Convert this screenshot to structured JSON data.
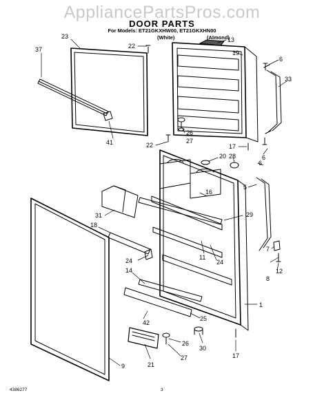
{
  "watermark": "AppliancePartsPros.com",
  "title": "DOOR PARTS",
  "subtitle": {
    "line1": "For Models: ET21GKXHW00, ET21GKXHN00",
    "white": "(White)",
    "almond": "(Almond)"
  },
  "callouts": [
    {
      "id": "c23",
      "text": "23"
    },
    {
      "id": "c37",
      "text": "37"
    },
    {
      "id": "c22a",
      "text": "22"
    },
    {
      "id": "c13",
      "text": "13"
    },
    {
      "id": "c19",
      "text": "19"
    },
    {
      "id": "c6a",
      "text": "6"
    },
    {
      "id": "c33",
      "text": "33"
    },
    {
      "id": "c41",
      "text": "41"
    },
    {
      "id": "c26a",
      "text": "26"
    },
    {
      "id": "c27a",
      "text": "27"
    },
    {
      "id": "c22b",
      "text": "22"
    },
    {
      "id": "c17a",
      "text": "17"
    },
    {
      "id": "c6b",
      "text": "6"
    },
    {
      "id": "c20",
      "text": "20"
    },
    {
      "id": "c28",
      "text": "28"
    },
    {
      "id": "c6c",
      "text": "6"
    },
    {
      "id": "c16",
      "text": "16"
    },
    {
      "id": "c5",
      "text": "5"
    },
    {
      "id": "c31",
      "text": "31"
    },
    {
      "id": "c29",
      "text": "29"
    },
    {
      "id": "c18",
      "text": "18"
    },
    {
      "id": "c11",
      "text": "11"
    },
    {
      "id": "c24a",
      "text": "24"
    },
    {
      "id": "c24b",
      "text": "24"
    },
    {
      "id": "c14",
      "text": "14"
    },
    {
      "id": "c7",
      "text": "7"
    },
    {
      "id": "c12",
      "text": "12"
    },
    {
      "id": "c8",
      "text": "8"
    },
    {
      "id": "c1",
      "text": "1"
    },
    {
      "id": "c25",
      "text": "25"
    },
    {
      "id": "c42",
      "text": "42"
    },
    {
      "id": "c26b",
      "text": "26"
    },
    {
      "id": "c30",
      "text": "30"
    },
    {
      "id": "c17b",
      "text": "17"
    },
    {
      "id": "c21",
      "text": "21"
    },
    {
      "id": "c27b",
      "text": "27"
    },
    {
      "id": "c9",
      "text": "9"
    }
  ],
  "footer": {
    "doc_number": "4386277",
    "page_number": "3"
  }
}
